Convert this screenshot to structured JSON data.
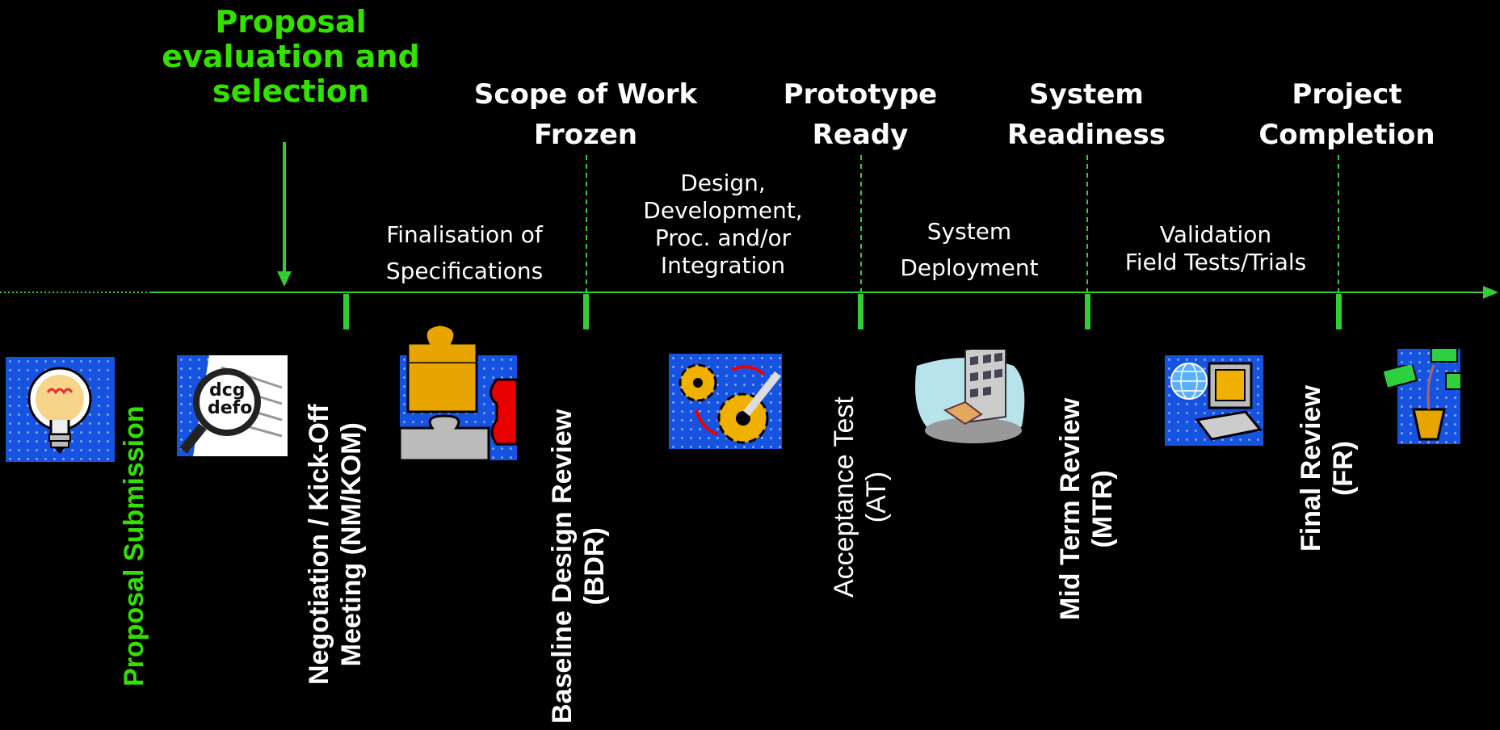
{
  "title_left": {
    "lines": [
      "Proposal",
      "evaluation and",
      "selection"
    ]
  },
  "milestones": [
    {
      "lines": [
        "Scope of Work",
        "Frozen"
      ]
    },
    {
      "lines": [
        "Prototype",
        "Ready"
      ]
    },
    {
      "lines": [
        "System",
        "Readiness"
      ]
    },
    {
      "lines": [
        "Project",
        "Completion"
      ]
    }
  ],
  "phases": [
    {
      "lines": [
        "Finalisation of",
        "Specifications"
      ]
    },
    {
      "lines": [
        "Design,",
        "Development,",
        "Proc. and/or",
        "Integration"
      ]
    },
    {
      "lines": [
        "System",
        "Deployment"
      ]
    },
    {
      "lines": [
        "Validation",
        "Field Tests/Trials"
      ]
    }
  ],
  "events": [
    {
      "lines": [
        "Proposal Submission"
      ]
    },
    {
      "lines": [
        "Negotiation / Kick-Off",
        "Meeting (NM/KOM)"
      ]
    },
    {
      "lines": [
        "Baseline Design Review",
        "(BDR)"
      ]
    },
    {
      "lines": [
        "Acceptance Test",
        "(AT)"
      ]
    },
    {
      "lines": [
        "Mid Term Review",
        "(MTR)"
      ]
    },
    {
      "lines": [
        "Final Review",
        "(FR)"
      ]
    }
  ],
  "icons": [
    "lightbulb-icon",
    "magnifier-icon",
    "puzzle-icon",
    "gears-wrench-icon",
    "buildings-icon",
    "computer-globe-icon",
    "money-plant-icon"
  ],
  "colors": {
    "background": "#000000",
    "timeline": "#33cc33",
    "highlight_text": "#33e000",
    "text": "#ffffff",
    "tile_blue": "#1553e0"
  }
}
